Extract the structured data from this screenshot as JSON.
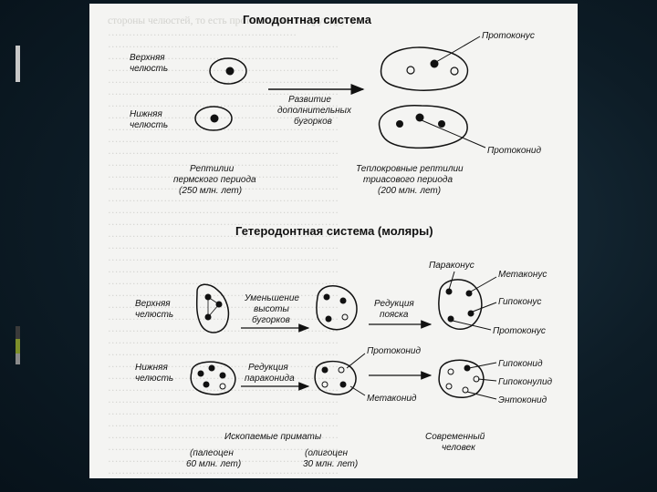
{
  "homodont": {
    "title": "Гомодонтная система",
    "upper_jaw": [
      "Верхняя",
      "челюсть"
    ],
    "lower_jaw": [
      "Нижняя",
      "челюсть"
    ],
    "arrow_label": [
      "Развитие",
      "дополнительных",
      "бугорков"
    ],
    "protocone": "Протоконус",
    "protoconid": "Протоконид",
    "reptiles_permian": [
      "Рептилии",
      "пермского периода",
      "(250 млн. лет)"
    ],
    "reptiles_triassic": [
      "Теплокровные рептилии",
      "триасового периода",
      "(200 млн. лет)"
    ]
  },
  "heterodont": {
    "title": "Гетеродонтная система (моляры)",
    "upper_jaw": [
      "Верхняя",
      "челюсть"
    ],
    "lower_jaw": [
      "Нижняя",
      "челюсть"
    ],
    "reduce_height": [
      "Уменьшение",
      "высоты",
      "бугорков"
    ],
    "reduce_belt": [
      "Редукция",
      "пояска"
    ],
    "reduce_paraconid": [
      "Редукция",
      "параконида"
    ],
    "paracone": "Параконус",
    "metacone": "Метаконус",
    "hypocone": "Гипоконус",
    "protocone": "Протоконус",
    "protoconid": "Протоконид",
    "hypoconid": "Гипоконид",
    "hypoconulid": "Гипоконулид",
    "entoconid": "Энтоконид",
    "metaconid": "Метаконид",
    "fossil_primates": "Ископаемые приматы",
    "paleocene": [
      "(палеоцен",
      "60 млн. лет)"
    ],
    "oligocene": [
      "(олигоцен",
      "30 млн. лет)"
    ],
    "modern_human": [
      "Современный",
      "человек"
    ]
  },
  "colors": {
    "background": "#0b1a24",
    "slide": "#f4f4f2",
    "ink": "#111111",
    "bar_light": "#c8c8c8",
    "bar_dark": "#3a3a3a",
    "bar_olive": "#7d8f2a"
  }
}
